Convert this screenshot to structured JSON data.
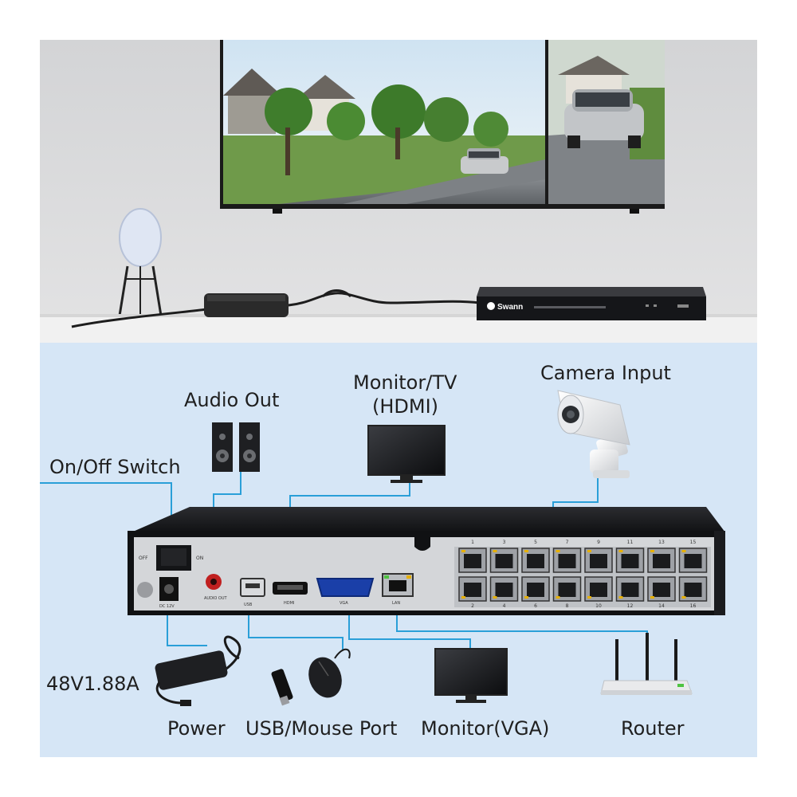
{
  "brand": "Swann",
  "labels": {
    "camera_input": "Camera Input",
    "monitor_hdmi_line1": "Monitor/TV",
    "monitor_hdmi_line2": "(HDMI)",
    "audio_out": "Audio Out",
    "on_off_switch": "On/Off Switch",
    "power_spec": "48V1.88A",
    "power": "Power",
    "usb_mouse_port": "USB/Mouse Port",
    "monitor_vga": "Monitor(VGA)",
    "router": "Router"
  },
  "panel_marks": {
    "off": "OFF",
    "on": "ON",
    "dc": "DC 12V",
    "audio_out": "AUDIO OUT",
    "usb": "USB",
    "hdmi": "HDMI",
    "vga": "VGA",
    "lan": "LAN"
  },
  "port_numbers_top": [
    "1",
    "3",
    "5",
    "7",
    "9",
    "11",
    "13",
    "15"
  ],
  "port_numbers_bottom": [
    "2",
    "4",
    "6",
    "8",
    "10",
    "12",
    "14",
    "16"
  ],
  "colors": {
    "diagram_bg": "#d6e6f6",
    "connector_line": "#2a9fd8",
    "nvr_body": "#1c1d20"
  }
}
